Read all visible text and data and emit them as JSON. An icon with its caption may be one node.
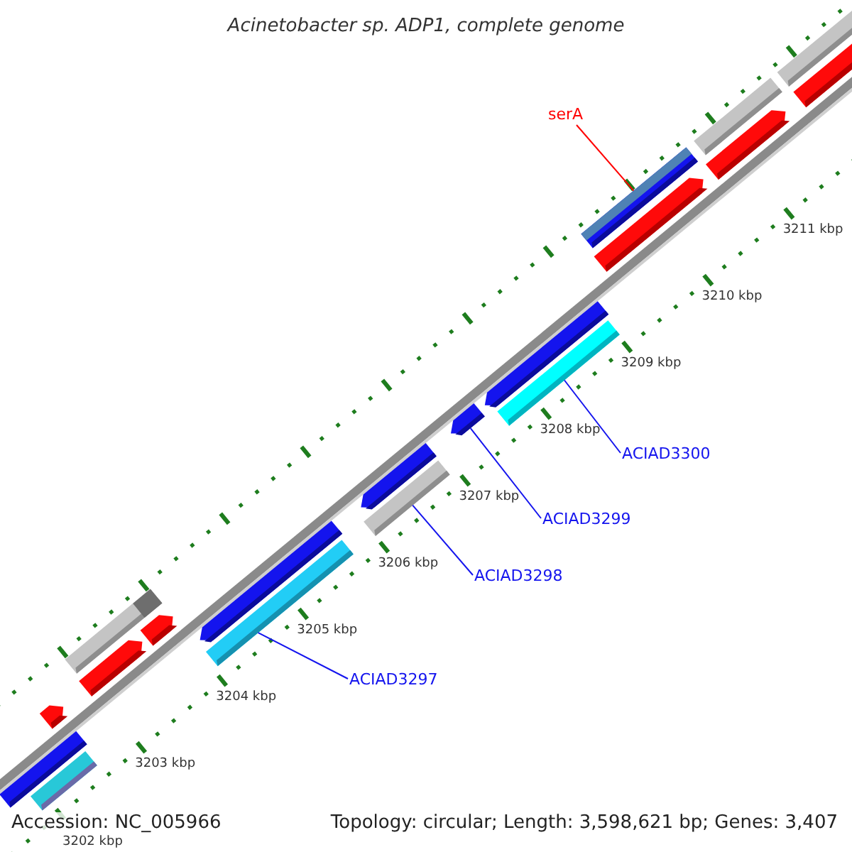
{
  "diagram": {
    "title": "Acinetobacter sp. ADP1, complete genome",
    "nodes": [
      {
        "text": [
          "serA"
        ]
      },
      {
        "text": [],
        "shape": "bar"
      },
      {
        "text": [
          "ACIAD3300"
        ]
      },
      {
        "text": [],
        "shape": "bar"
      },
      {
        "text": [
          "ACIAD3299"
        ]
      },
      {
        "text": [],
        "shape": "bar"
      },
      {
        "text": [
          "ACIAD3298"
        ]
      },
      {
        "text": [],
        "shape": "bar"
      },
      {
        "text": [
          "ACIAD3297"
        ]
      },
      {
        "text": [],
        "shape": "bar"
      },
      {
        "text": [],
        "shape": "bar"
      },
      {
        "text": [],
        "shape": "bar"
      },
      {
        "text": [],
        "shape": "bar"
      },
      {
        "text": [],
        "shape": "bar"
      },
      {
        "text": [],
        "shape": "bar"
      },
      {
        "text": [],
        "shape": "bar"
      },
      {
        "text": [],
        "shape": "bar"
      },
      {
        "text": [],
        "shape": "bar"
      },
      {
        "text": [],
        "shape": "bar"
      },
      {
        "text": [],
        "shape": "bar"
      },
      {
        "text": [],
        "shape": "bar"
      },
      {
        "text": [],
        "shape": "bar"
      },
      {
        "text": [],
        "shape": "bar"
      },
      {
        "text": [],
        "shape": "bar"
      }
    ],
    "edges": [
      {
        "from": 0,
        "to": 1,
        "arrow": "none",
        "color": "#ff0000"
      },
      {
        "from": 2,
        "to": 3,
        "arrow": "none"
      },
      {
        "from": 4,
        "to": 5,
        "arrow": "none"
      },
      {
        "from": 6,
        "to": 7,
        "arrow": "none"
      },
      {
        "from": 8,
        "to": 9,
        "arrow": "none"
      }
    ],
    "labels": [
      "3211 kbp",
      "3210 kbp",
      "3209 kbp",
      "3208 kbp",
      "3207 kbp",
      "3206 kbp",
      "3205 kbp",
      "3204 kbp",
      "3203 kbp",
      "3202 kbp",
      "Accession: NC_005966",
      "Topology: circular; Length: 3,598,621 bp; Genes: 3,407"
    ]
  }
}
